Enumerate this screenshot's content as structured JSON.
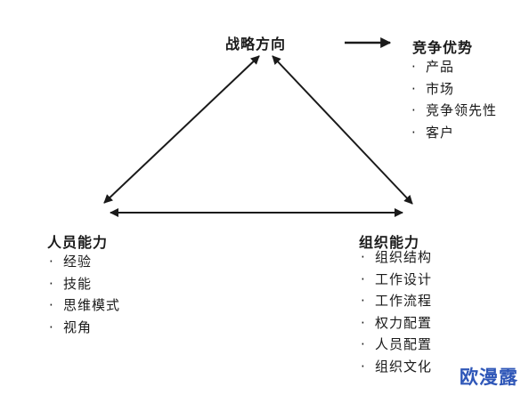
{
  "top": {
    "title": "战略方向"
  },
  "competitive": {
    "title": "竞争优势",
    "items": [
      "产品",
      "市场",
      "竞争领先性",
      "客户"
    ]
  },
  "people": {
    "title": "人员能力",
    "items": [
      "经验",
      "技能",
      "思维模式",
      "视角"
    ]
  },
  "organization": {
    "title": "组织能力",
    "items": [
      "组织结构",
      "工作设计",
      "工作流程",
      "权力配置",
      "人员配置",
      "组织文化"
    ]
  },
  "bullet": "·",
  "watermark": "欧漫露",
  "colors": {
    "line": "#1a1a1a",
    "watermark": "#2f57b8"
  }
}
